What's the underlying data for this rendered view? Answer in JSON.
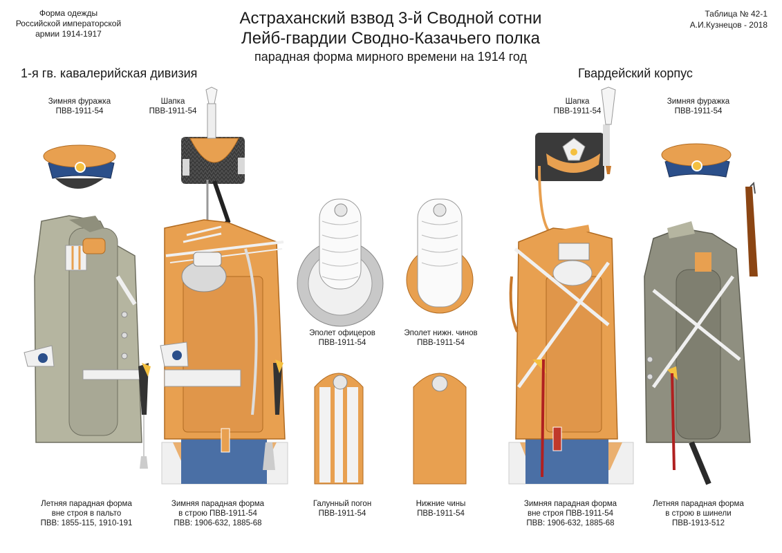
{
  "header": {
    "left": [
      "Форма одежды",
      "Российской императорской",
      "армии  1914-1917"
    ],
    "right": [
      "Таблица № 42-1",
      "А.И.Кузнецов - 2018"
    ],
    "title_line1": "Астраханский взвод 3-й Сводной сотни",
    "title_line2": "Лейб-гвардии Сводно-Казачьего полка",
    "subtitle": "парадная форма мирного времени на 1914 год"
  },
  "sections": {
    "left": "1-я гв. кавалерийская дивизия",
    "right": "Гвардейский корпус"
  },
  "headwear": [
    {
      "line1": "Зимняя фуражка",
      "line2": "ПВВ-1911-54"
    },
    {
      "line1": "Шапка",
      "line2": "ПВВ-1911-54"
    },
    {
      "line1": "Шапка",
      "line2": "ПВВ-1911-54"
    },
    {
      "line1": "Зимняя фуражка",
      "line2": "ПВВ-1911-54"
    }
  ],
  "epaulettes": [
    {
      "line1": "Эполет офицеров",
      "line2": "ПВВ-1911-54"
    },
    {
      "line1": "Эполет нижн. чинов",
      "line2": "ПВВ-1911-54"
    }
  ],
  "uniforms": [
    {
      "line1": "Летняя парадная форма",
      "line2": "вне строя в пальто",
      "line3": "ПВВ: 1855-115, 1910-191"
    },
    {
      "line1": "Зимняя парадная форма",
      "line2": "в строю ПВВ-1911-54",
      "line3": "ПВВ: 1906-632, 1885-68"
    },
    {
      "line1": "Галунный погон",
      "line2": "ПВВ-1911-54",
      "line3": ""
    },
    {
      "line1": "Нижние чины",
      "line2": "ПВВ-1911-54",
      "line3": ""
    },
    {
      "line1": "Зимняя парадная форма",
      "line2": "вне строя ПВВ-1911-54",
      "line3": "ПВВ: 1906-632, 1885-68"
    },
    {
      "line1": "Летняя парадная форма",
      "line2": "в строю в шинели",
      "line3": "ПВВ-1913-512"
    }
  ],
  "colors": {
    "orange": "#e8a050",
    "dark_orange": "#c8782a",
    "navy": "#2b4f8a",
    "khaki": "#b5b5a0",
    "grey_coat": "#8f8f80",
    "black": "#2a2a2a",
    "silver": "#d9d9d9"
  }
}
